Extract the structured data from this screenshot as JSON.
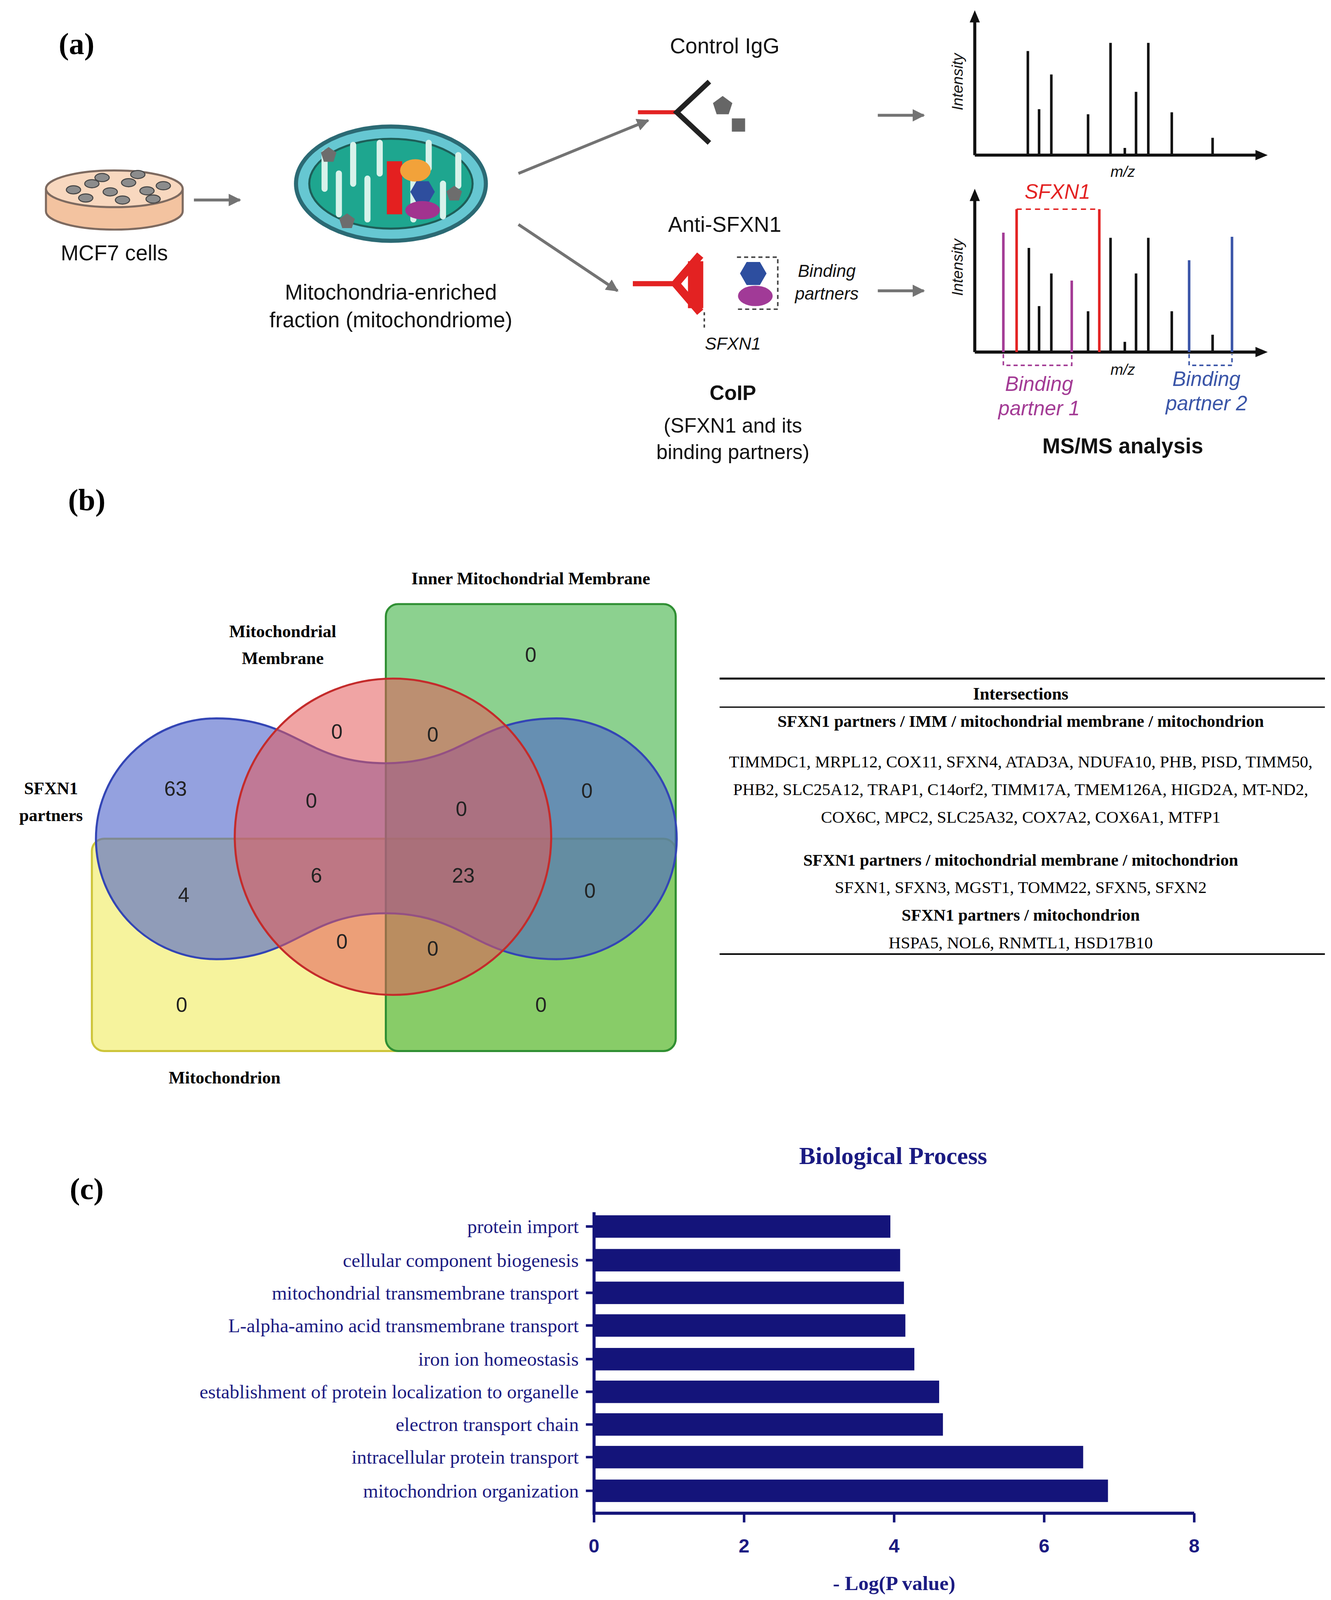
{
  "diagram": {
    "nodes": [
      {
        "text": [
          "MCF7 cells"
        ]
      },
      {
        "text": [
          "Mitochondria-enriched fraction (mitochondriome)"
        ]
      },
      {
        "text": [
          "Control IgG"
        ]
      },
      {
        "text": [
          "Anti-SFXN1",
          "Binding partners",
          "SFXN1",
          "CoIP",
          "(SFXN1 and its binding partners)"
        ]
      },
      {
        "text": [
          "Intensity",
          "m/z"
        ]
      },
      {
        "text": [
          "Intensity",
          "m/z",
          "SFXN1",
          "Binding partner 1",
          "Binding partner 2",
          "MS/MS analysis"
        ]
      }
    ],
    "edges": [
      {
        "from": 0,
        "to": 1,
        "arrow": "to"
      },
      {
        "from": 1,
        "to": 2,
        "arrow": "to"
      },
      {
        "from": 1,
        "to": 3,
        "arrow": "to"
      },
      {
        "from": 2,
        "to": 4,
        "arrow": "to"
      },
      {
        "from": 3,
        "to": 5,
        "arrow": "to"
      }
    ],
    "labels": [
      "(a)",
      "(b)",
      "Inner Mitochondrial Membrane",
      "Mitochondrial Membrane",
      "SFXN1 partners",
      "Mitochondrion",
      "0",
      "0",
      "0",
      "63",
      "0",
      "0",
      "0",
      "6",
      "23",
      "0",
      "4",
      "0",
      "0",
      "0",
      "0",
      "Intersections",
      "SFXN1 partners / IMM / mitochondrial membrane / mitochondrion",
      "TIMMDC1, MRPL12, COX11, SFXN4, ATAD3A, NDUFA10, PHB, PISD, TIMM50, PHB2, SLC25A12, TRAP1, C14orf2, TIMM17A, TMEM126A, HIGD2A, MT-ND2, COX6C, MPC2, SLC25A32, COX7A2, COX6A1, MTFP1",
      "SFXN1 partners / mitochondrial membrane / mitochondrion",
      "SFXN1, SFXN3, MGST1, TOMM22, SFXN5, SFXN2",
      "SFXN1 partners / mitochondrion",
      "HSPA5, NOL6, RNMTL1, HSD17B10",
      "(c)",
      "protein import",
      "cellular component biogenesis",
      "mitochondrial transmembrane transport",
      "L-alpha-amino acid transmembrane transport",
      "iron ion homeostasis",
      "establishment of protein localization to organelle",
      "electron transport chain",
      "intracellular protein transport",
      "mitochondrion organization",
      "0",
      "2",
      "4",
      "6",
      "8",
      "- Log(P value)",
      "Biological Process"
    ]
  }
}
